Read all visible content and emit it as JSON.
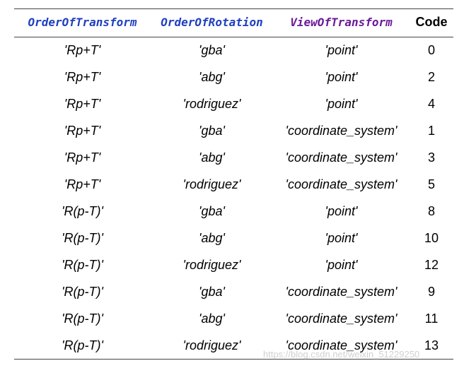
{
  "colors": {
    "header_order_of_transform": "#1f3fbf",
    "header_order_of_rotation": "#1f3fbf",
    "header_view_of_transform": "#6a1b9a",
    "header_code": "#000000"
  },
  "table": {
    "headers": [
      "OrderOfTransform",
      "OrderOfRotation",
      "ViewOfTransform",
      "Code"
    ],
    "rows": [
      [
        "'Rp+T'",
        "'gba'",
        "'point'",
        "0"
      ],
      [
        "'Rp+T'",
        "'abg'",
        "'point'",
        "2"
      ],
      [
        "'Rp+T'",
        "'rodriguez'",
        "'point'",
        "4"
      ],
      [
        "'Rp+T'",
        "'gba'",
        "'coordinate_system'",
        "1"
      ],
      [
        "'Rp+T'",
        "'abg'",
        "'coordinate_system'",
        "3"
      ],
      [
        "'Rp+T'",
        "'rodriguez'",
        "'coordinate_system'",
        "5"
      ],
      [
        "'R(p-T)'",
        "'gba'",
        "'point'",
        "8"
      ],
      [
        "'R(p-T)'",
        "'abg'",
        "'point'",
        "10"
      ],
      [
        "'R(p-T)'",
        "'rodriguez'",
        "'point'",
        "12"
      ],
      [
        "'R(p-T)'",
        "'gba'",
        "'coordinate_system'",
        "9"
      ],
      [
        "'R(p-T)'",
        "'abg'",
        "'coordinate_system'",
        "11"
      ],
      [
        "'R(p-T)'",
        "'rodriguez'",
        "'coordinate_system'",
        "13"
      ]
    ]
  },
  "watermark": "https://blog.csdn.net/weixin_51229250"
}
